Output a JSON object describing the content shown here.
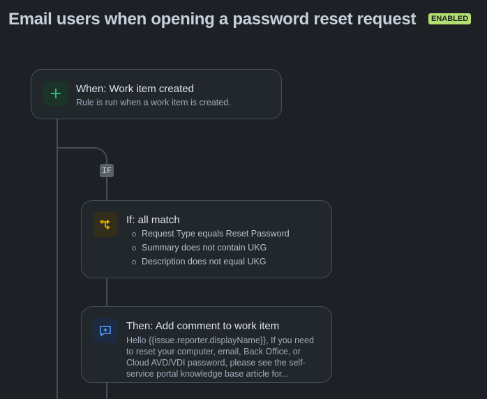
{
  "header": {
    "title": "Email users when opening a password reset request",
    "status_badge": "ENABLED"
  },
  "colors": {
    "background": "#1d2125",
    "card": "#22272b",
    "border": "#454f59",
    "badge": "#b3df72",
    "trigger_icon": "#2abb7f",
    "condition_icon": "#e2b203",
    "action_icon": "#579dff"
  },
  "flow": {
    "trigger": {
      "icon": "plus-icon",
      "title": "When: Work item created",
      "description": "Rule is run when a work item is created."
    },
    "branch_chip": "IF",
    "condition": {
      "icon": "branch-icon",
      "title": "If: all match",
      "conditions": [
        "Request Type equals Reset Password",
        "Summary does not contain UKG",
        "Description does not equal UKG"
      ]
    },
    "action": {
      "icon": "comment-add-icon",
      "title": "Then: Add comment to work item",
      "body": "Hello {{issue.reporter.displayName}}, If you need to reset your computer, email, Back Office, or Cloud AVD/VDI password, please see the self-service portal knowledge base article for..."
    }
  }
}
